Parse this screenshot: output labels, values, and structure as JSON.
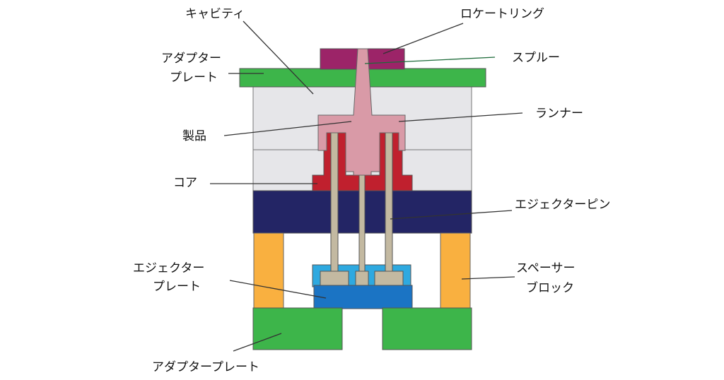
{
  "labels": {
    "cavity": "キャビティ",
    "locate_ring": "ロケートリング",
    "adapter_plate_top_1": "アダプター",
    "adapter_plate_top_2": "プレート",
    "sprue": "スプルー",
    "product": "製品",
    "runner": "ランナー",
    "core": "コア",
    "ejector_pin": "エジェクターピン",
    "ejector_plate_1": "エジェクター",
    "ejector_plate_2": "プレート",
    "spacer_block_1": "スペーサー",
    "spacer_block_2": "ブロック",
    "adapter_plate_bottom": "アダプタープレート"
  },
  "colors": {
    "adapter_plate": "#3db54a",
    "cavity_plate": "#e6e6e9",
    "locate_ring": "#9c2468",
    "sprue_runner": "#d99aa7",
    "core": "#c0202e",
    "ejector_holder": "#232565",
    "spacer_block": "#f9b040",
    "ejector_plate_top": "#2ea9e0",
    "ejector_plate_bottom": "#1b74c4",
    "ejector_pin": "#c3b9a1",
    "outline": "#555555",
    "leader": "#333333",
    "sprue_leader": "#1e6b3a"
  }
}
